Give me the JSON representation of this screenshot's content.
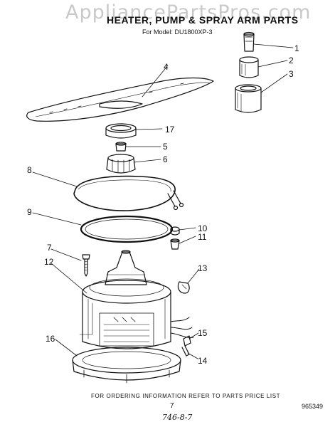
{
  "watermark": "AppliancePartsPros.com",
  "title": "HEATER, PUMP & SPRAY ARM PARTS",
  "subtitle": "For Model: DU1800XP-3",
  "footer": "FOR ORDERING INFORMATION REFER TO PARTS PRICE LIST",
  "page_number": "7",
  "doc_number": "965349",
  "handwritten_note": "746-8-7",
  "callouts": [
    "1",
    "2",
    "3",
    "4",
    "17",
    "5",
    "6",
    "8",
    "9",
    "10",
    "11",
    "7",
    "12",
    "13",
    "15",
    "16",
    "14"
  ]
}
